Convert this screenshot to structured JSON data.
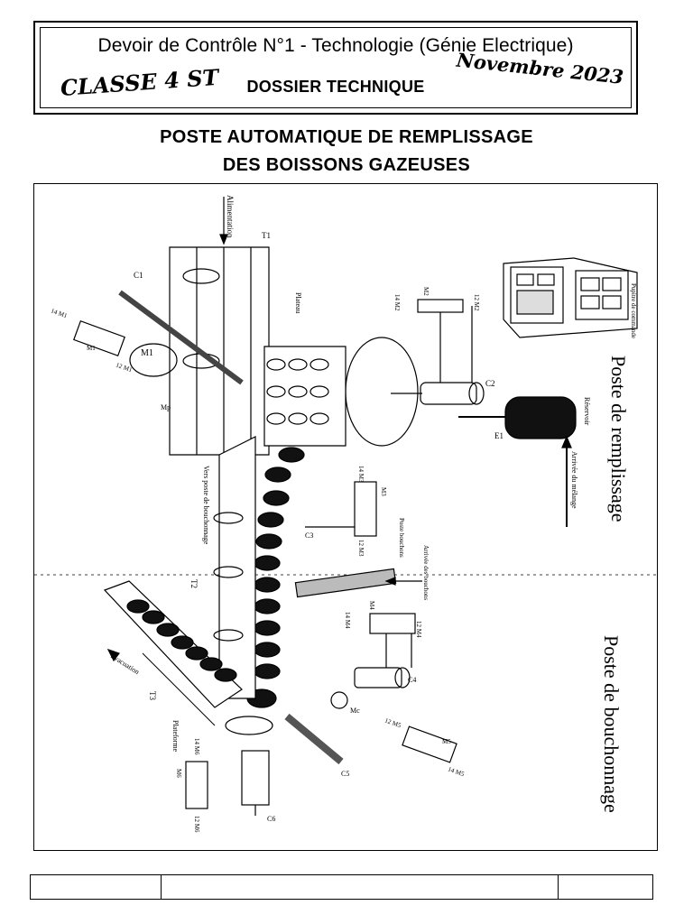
{
  "header": {
    "title": "Devoir de Contrôle N°1 - Technologie (Génie Electrique)",
    "class": "CLASSE 4 ST",
    "subtitle": "DOSSIER TECHNIQUE",
    "date": "Novembre 2023"
  },
  "main_title": {
    "line1": "POSTE AUTOMATIQUE DE REMPLISSAGE",
    "line2": "DES BOISSONS GAZEUSES"
  },
  "figure": {
    "section_labels": {
      "filling": "Poste de remplissage",
      "capping": "Poste de bouchonnage"
    },
    "labels": {
      "alimentation": "Alimentation",
      "t1": "T1",
      "t2": "T2",
      "t3": "T3",
      "c1": "C1",
      "c2": "C2",
      "c3": "C3",
      "c4": "C4",
      "c5": "C5",
      "c6": "C6",
      "m1_motor": "M1",
      "m1_valve": "M1",
      "m1_14": "14 M1",
      "m1_12": "12 M1",
      "m2": "M2",
      "m2_14": "14 M2",
      "m2_12": "12 M2",
      "m3": "M3",
      "m3_14": "14 M3",
      "m3_12": "12 M3",
      "m4": "M4",
      "m4_14": "14 M4",
      "m4_12": "12 M4",
      "m5": "M5",
      "m5_14": "14 M5",
      "m5_12": "12 M5",
      "m6": "M6",
      "m6_14": "14 M6",
      "m6_12": "12 M6",
      "mp": "Mp",
      "mc": "Mc",
      "e1": "E1",
      "plateau": "Plateau",
      "vers_poste": "Vers poste de bouchonnage",
      "reservoir": "Réservoir",
      "arrivee_melange": "Arrivée du mélange",
      "poste_bouchons": "Poste bouchons",
      "arrivee_bouchons": "Arrivée des bouchons",
      "evacuation": "Evacuation",
      "plateforme": "Plateforme",
      "pupitre": "Pupitre de commande"
    }
  },
  "footer": {
    "cells": [
      "",
      "",
      ""
    ]
  }
}
